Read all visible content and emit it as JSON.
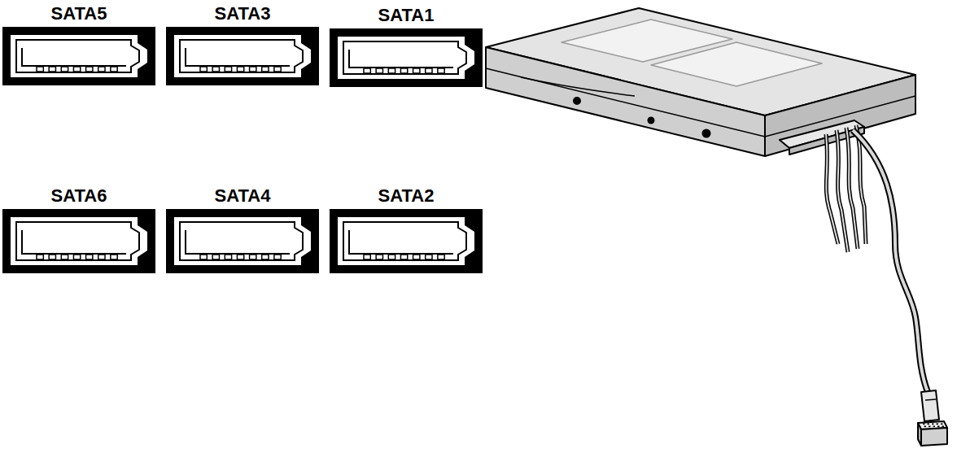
{
  "diagram": {
    "nodes": [
      {
        "text": [
          "SATA5"
        ]
      },
      {
        "text": [
          "SATA3"
        ]
      },
      {
        "text": [
          "SATA1"
        ]
      },
      {
        "text": [
          "SATA6"
        ]
      },
      {
        "text": [
          "SATA4"
        ]
      },
      {
        "text": [
          "SATA2"
        ]
      }
    ]
  }
}
